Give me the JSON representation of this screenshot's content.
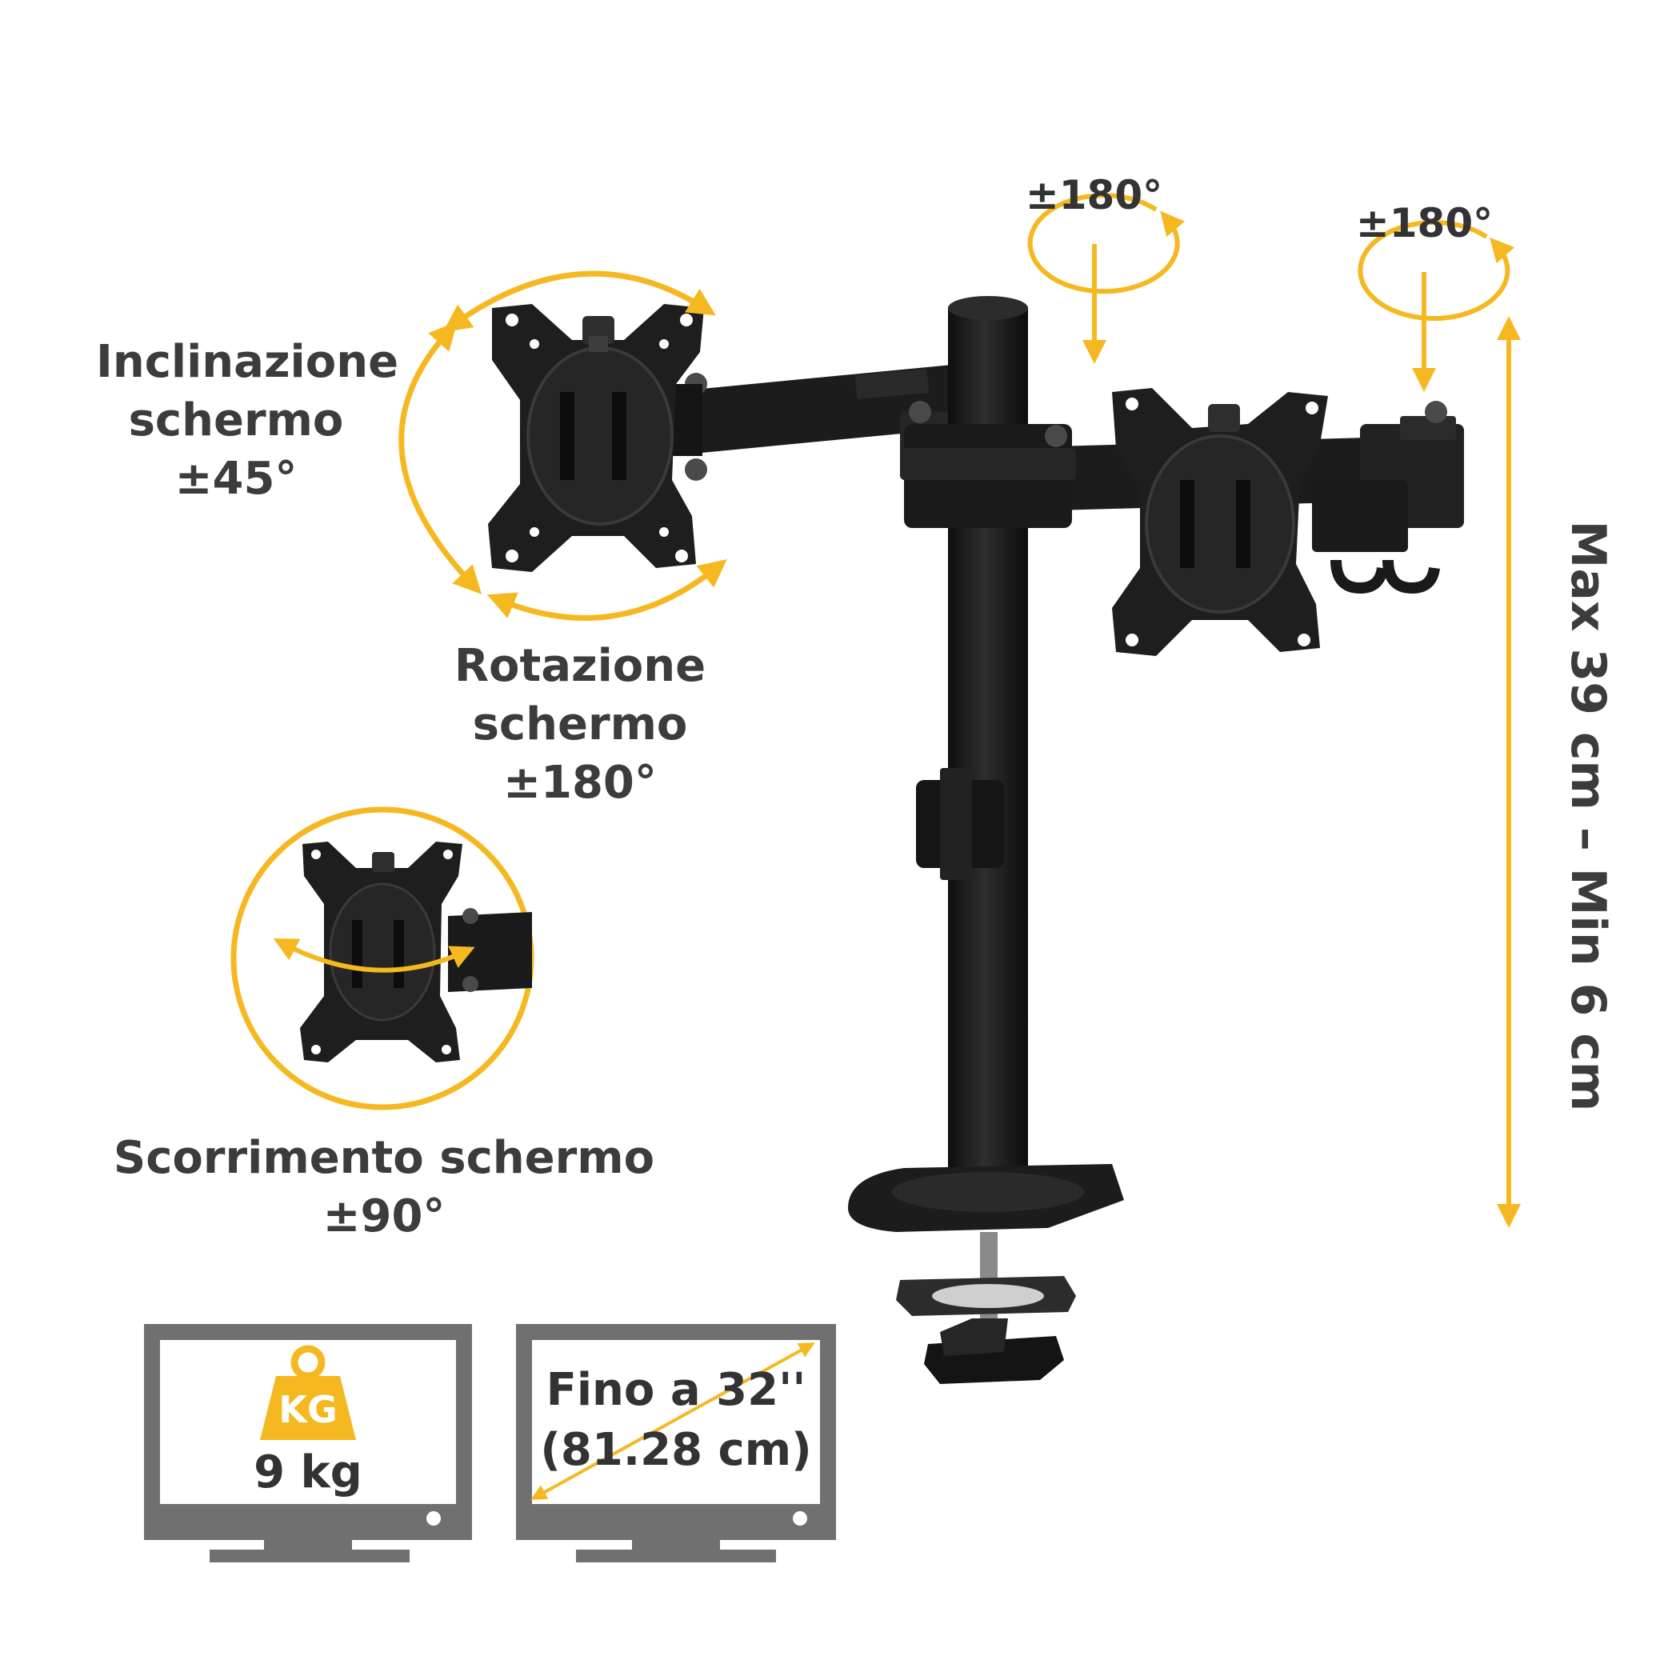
{
  "colors": {
    "accent": "#f5b820",
    "icon_gray": "#707070",
    "mount_black": "#1e1e1e",
    "text": "#3c3c3c"
  },
  "features": {
    "tilt": {
      "line1": "Inclinazione",
      "line2": "schermo",
      "line3": "±45°"
    },
    "rotation": {
      "line1": "Rotazione",
      "line2": "schermo",
      "line3": "±180°"
    },
    "swivel": {
      "line1": "Scorrimento schermo",
      "line2": "±90°"
    },
    "arm_rotation_left": "±180°",
    "arm_rotation_right": "±180°",
    "height": "Max 39 cm  –  Min 6 cm"
  },
  "badges": {
    "weight": {
      "icon_text": "KG",
      "value": "9 kg",
      "icon": "monitor-icon"
    },
    "size": {
      "line1": "Fino a 32''",
      "line2": "(81.28 cm)",
      "icon": "monitor-icon"
    }
  }
}
